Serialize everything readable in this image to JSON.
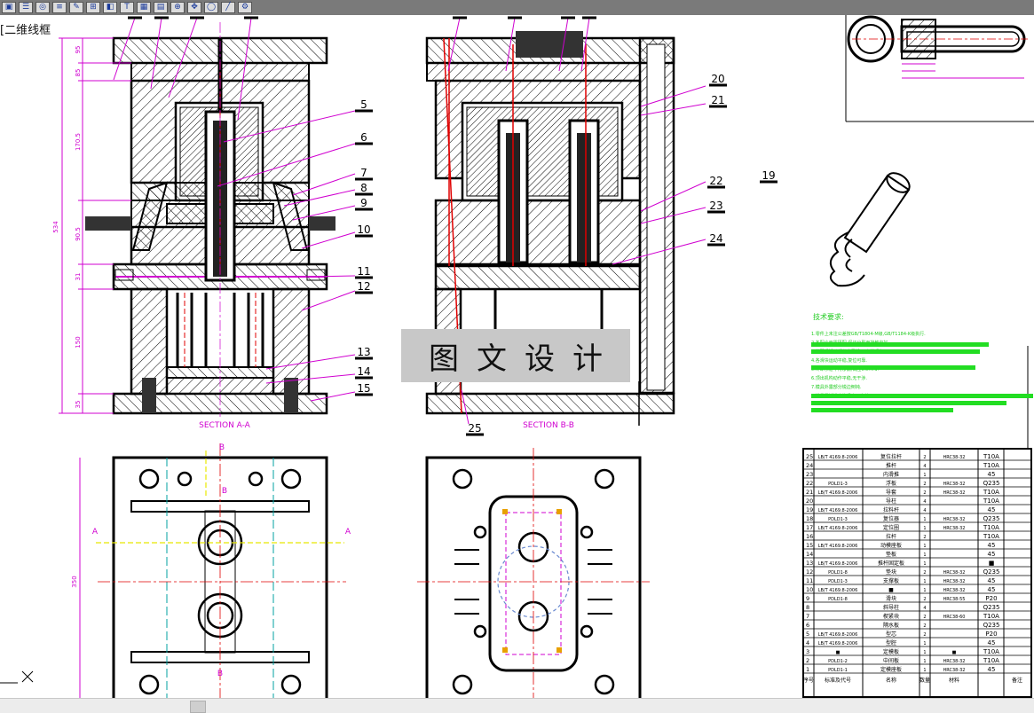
{
  "toolbar": {
    "icons": [
      "save-icon",
      "print-icon",
      "layer-icon",
      "align-icon",
      "pen-icon",
      "dim-icon",
      "block-icon",
      "text-icon",
      "hatch-icon",
      "grid-icon",
      "zoom-icon",
      "move-icon",
      "circle-icon",
      "line-icon",
      "settings-icon"
    ]
  },
  "view_label": "[二维线框",
  "section_labels": {
    "aa": "SECTION A-A",
    "bb": "SECTION B-B"
  },
  "section_markers": {
    "a": "A",
    "b": "B"
  },
  "dimensions": [
    "95",
    "85",
    "170.5",
    "534",
    "90.5",
    "31",
    "150",
    "35",
    "350"
  ],
  "callouts": [
    "5",
    "6",
    "7",
    "8",
    "9",
    "10",
    "11",
    "12",
    "13",
    "14",
    "15",
    "19",
    "20",
    "21",
    "22",
    "23",
    "24",
    "25"
  ],
  "tech_requirements": {
    "title": "技术要求:",
    "lines": [
      "1.零件上未注公差按GB/T1804-M级,GB/T1184-K级执行.",
      "2.各配合面需研配,保证分型面接触良好.",
      "3.装配后活动部分应灵活,无卡滞现象.",
      "4.各滑块运动平稳,复位可靠.",
      "5.冷却水道不得渗漏,试压0.5MPa.",
      "6.顶出机构动作平稳,无干涉.",
      "7.模具外露部分锐边倒钝.",
      "8.模具需试模合格后方可交付."
    ]
  },
  "watermark": "图文设计",
  "bom_header": {
    "no": "序号",
    "std": "标准及代号",
    "name": "名称",
    "qty": "数量",
    "mat": "材料",
    "weight": "备注"
  },
  "bom_rows": [
    {
      "no": "25",
      "std": "LB/T 4169.8-2006",
      "name": "复位拉杆",
      "qty": "2",
      "mat": "HRC38-32",
      "spec": "T10A"
    },
    {
      "no": "24",
      "std": "",
      "name": "推杆",
      "qty": "4",
      "mat": "",
      "spec": "T10A"
    },
    {
      "no": "23",
      "std": "",
      "name": "内滑推",
      "qty": "1",
      "mat": "",
      "spec": "45"
    },
    {
      "no": "22",
      "std": "PDLD1-3",
      "name": "浮板",
      "qty": "2",
      "mat": "HRC38-32",
      "spec": "Q235"
    },
    {
      "no": "21",
      "std": "LB/T 4169.8-2006",
      "name": "导套",
      "qty": "2",
      "mat": "HRC38-32",
      "spec": "T10A"
    },
    {
      "no": "20",
      "std": "",
      "name": "导柱",
      "qty": "4",
      "mat": "",
      "spec": "T10A"
    },
    {
      "no": "19",
      "std": "LB/T 4169.8-2006",
      "name": "拉料杆",
      "qty": "4",
      "mat": "",
      "spec": "45"
    },
    {
      "no": "18",
      "std": "PDLD1-3",
      "name": "复位器",
      "qty": "1",
      "mat": "HRC38-32",
      "spec": "Q235"
    },
    {
      "no": "17",
      "std": "LB/T 4169.8-2006",
      "name": "定位圈",
      "qty": "1",
      "mat": "HRC38-32",
      "spec": "T10A"
    },
    {
      "no": "16",
      "std": "",
      "name": "拉杆",
      "qty": "2",
      "mat": "",
      "spec": "T10A"
    },
    {
      "no": "15",
      "std": "LB/T 4169.8-2006",
      "name": "动模座板",
      "qty": "1",
      "mat": "",
      "spec": "45"
    },
    {
      "no": "14",
      "std": "",
      "name": "垫板",
      "qty": "1",
      "mat": "",
      "spec": "45"
    },
    {
      "no": "13",
      "std": "LB/T 4169.8-2006",
      "name": "推杆固定板",
      "qty": "1",
      "mat": "",
      "spec": "■"
    },
    {
      "no": "12",
      "std": "PDLD1-8",
      "name": "垫块",
      "qty": "2",
      "mat": "HRC38-32",
      "spec": "Q235"
    },
    {
      "no": "11",
      "std": "PDLD1-3",
      "name": "支撑板",
      "qty": "1",
      "mat": "HRC38-32",
      "spec": "45"
    },
    {
      "no": "10",
      "std": "LB/T 4169.8-2006",
      "name": "■",
      "qty": "1",
      "mat": "HRC38-32",
      "spec": "45"
    },
    {
      "no": "9",
      "std": "PDLD1-8",
      "name": "滑块",
      "qty": "2",
      "mat": "HRC38-55",
      "spec": "P20"
    },
    {
      "no": "8",
      "std": "",
      "name": "斜导柱",
      "qty": "4",
      "mat": "",
      "spec": "Q235"
    },
    {
      "no": "7",
      "std": "",
      "name": "楔紧块",
      "qty": "2",
      "mat": "HRC38-60",
      "spec": "T10A"
    },
    {
      "no": "6",
      "std": "",
      "name": "隔水板",
      "qty": "2",
      "mat": "",
      "spec": "Q235"
    },
    {
      "no": "5",
      "std": "LB/T 4169.8-2006",
      "name": "型芯",
      "qty": "2",
      "mat": "",
      "spec": "P20"
    },
    {
      "no": "4",
      "std": "LB/T 4169.8-2006",
      "name": "型腔",
      "qty": "1",
      "mat": "",
      "spec": "45"
    },
    {
      "no": "3",
      "std": "■",
      "name": "定模板",
      "qty": "1",
      "mat": "■",
      "spec": "T10A"
    },
    {
      "no": "2",
      "std": "PDLD1-2",
      "name": "中间板",
      "qty": "1",
      "mat": "HRC38-32",
      "spec": "T10A"
    },
    {
      "no": "1",
      "std": "PDLD1-1",
      "name": "定模座板",
      "qty": "1",
      "mat": "HRC38-32",
      "spec": "45"
    }
  ],
  "colors": {
    "toolbar": "#7a7a7a",
    "magenta": "#d000d0",
    "green": "#22dd22",
    "yellow": "#e8e800",
    "red": "#e00000",
    "cyan": "#00a0a0"
  }
}
